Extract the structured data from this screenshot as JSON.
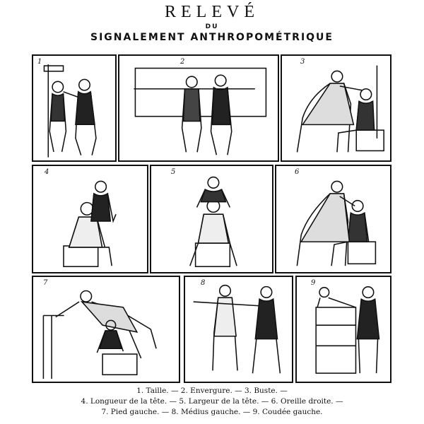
{
  "header": {
    "title": "RELEVÉ",
    "subtitle": "DU",
    "heading": "SIGNALEMENT ANTHROPOMÉTRIQUE"
  },
  "panels": [
    {
      "number": "1"
    },
    {
      "number": "2"
    },
    {
      "number": "3"
    },
    {
      "number": "4"
    },
    {
      "number": "5"
    },
    {
      "number": "6"
    },
    {
      "number": "7"
    },
    {
      "number": "8"
    },
    {
      "number": "9"
    }
  ],
  "caption": {
    "line1": "1. Taille. — 2. Envergure. — 3. Buste. —",
    "line2": "4. Longueur de la tête. — 5. Largeur de la tête. — 6. Oreille droite. —",
    "line3": "7. Pied gauche. — 8. Médius gauche. — 9. Coudée gauche."
  }
}
